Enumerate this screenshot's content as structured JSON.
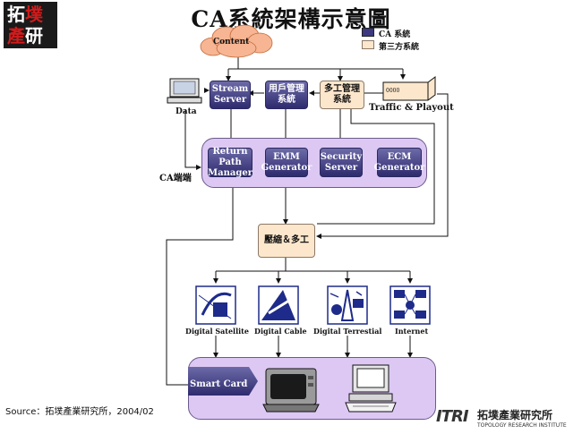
{
  "title": "CA系統架構示意圖",
  "logo": {
    "line1a": "拓",
    "line1b": "墣",
    "line2a": "產",
    "line2b": "研"
  },
  "legend": {
    "ca": "CA 系統",
    "third_party": "第三方系統"
  },
  "nodes": {
    "content": "Content",
    "stream_server": "Stream Server",
    "user_mgmt": "用戶管理 系統",
    "mux_mgmt": "多工管理 系統",
    "traffic": "Traffic & Playout",
    "data": "Data",
    "return_path": "Return Path Manager",
    "emm": "EMM Generator",
    "security": "Security Server",
    "ecm": "ECM Generator",
    "ca_host": "CA端端",
    "compress": "壓縮＆多工",
    "sat": "Digital Satellite",
    "cable": "Digital Cable",
    "terr": "Digital Terrestial",
    "internet": "Internet",
    "smart_card": "Smart Card",
    "traffic_screen": "0000"
  },
  "colors": {
    "ca": "#3c3980",
    "third_party": "#fde7cc",
    "panel": "#dcc8f3",
    "cloud": "#f7b593"
  },
  "source": "Source：拓墣產業研究所，2004/02",
  "itri": {
    "brand": "ITRI",
    "cn": "拓墣產業研究所",
    "en": "TOPOLOGY RESEARCH INSTITUTE"
  }
}
